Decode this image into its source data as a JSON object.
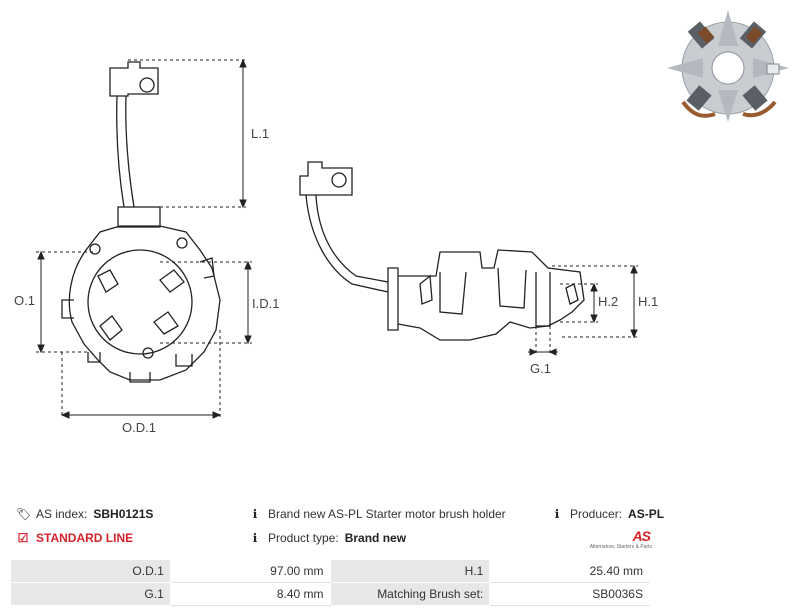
{
  "dimensions": {
    "L1": "L.1",
    "OD1": "O.D.1",
    "ID1": "I.D.1",
    "O1": "O.1",
    "H1": "H.1",
    "H2": "H.2",
    "G1": "G.1"
  },
  "info": {
    "as_index_label": "AS index:",
    "as_index_value": "SBH0121S",
    "description": "Brand new AS-PL Starter motor brush holder",
    "producer_label": "Producer:",
    "producer_value": "AS-PL",
    "line_label": "STANDARD LINE",
    "product_type_label": "Product type:",
    "product_type_value": "Brand new",
    "logo_mark": "AS",
    "logo_tagline": "Alternators, Starters & Parts"
  },
  "specs": [
    {
      "key": "O.D.1",
      "value": "97.00 mm",
      "key2": "H.1",
      "value2": "25.40 mm"
    },
    {
      "key": "G.1",
      "value": "8.40   mm",
      "key2": "Matching Brush set:",
      "value2": "SB0036S"
    }
  ],
  "icons": {
    "tag": "tag-icon",
    "info": "info-icon",
    "check": "checkbox-icon"
  },
  "colors": {
    "accent": "#d6232b",
    "table_key_bg": "#e7e7e7"
  }
}
